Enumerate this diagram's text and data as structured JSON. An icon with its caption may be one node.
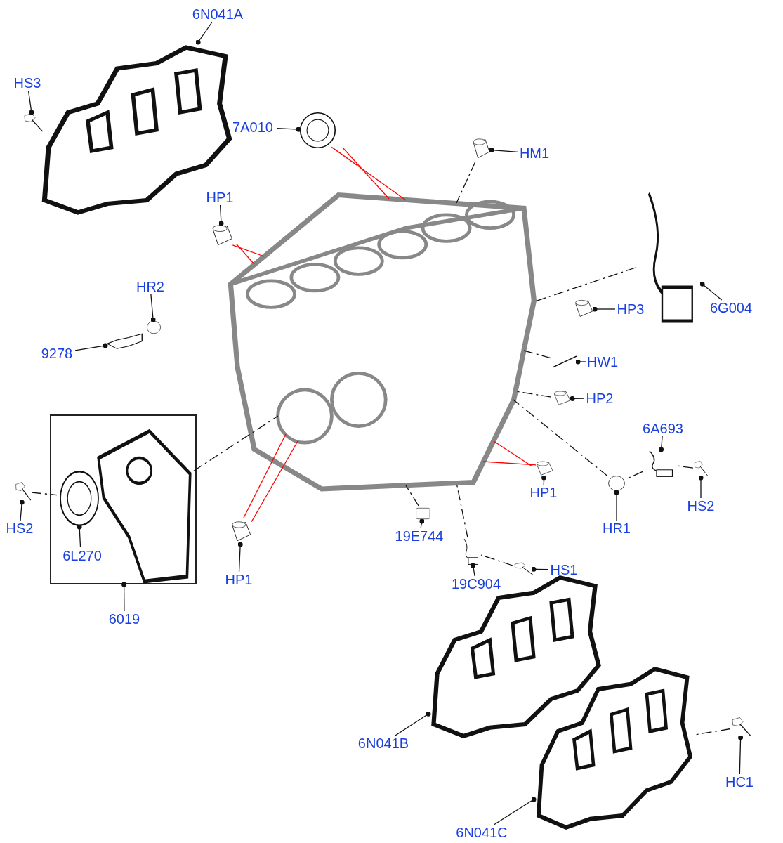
{
  "diagram": {
    "nodes": [
      {
        "text": [
          "6N041A"
        ]
      },
      {
        "text": [
          "HS3"
        ]
      },
      {
        "text": [
          "7A010"
        ]
      },
      {
        "text": [
          "HM1"
        ]
      },
      {
        "text": [
          "HP1"
        ]
      },
      {
        "text": [
          "HR2"
        ]
      },
      {
        "text": [
          "HP3"
        ]
      },
      {
        "text": [
          "6G004"
        ]
      },
      {
        "text": [
          "9278"
        ]
      },
      {
        "text": [
          "HW1"
        ]
      },
      {
        "text": [
          "HP2"
        ]
      },
      {
        "text": [
          "6A693"
        ]
      },
      {
        "text": [
          "19E744"
        ]
      },
      {
        "text": [
          "HP1"
        ]
      },
      {
        "text": [
          "HS2"
        ]
      },
      {
        "text": [
          "HR1"
        ]
      },
      {
        "text": [
          "HS2"
        ]
      },
      {
        "text": [
          "6L270"
        ],
        "in": 43
      },
      {
        "text": [
          "HP1"
        ]
      },
      {
        "text": [
          "HS1"
        ]
      },
      {
        "text": [
          "19C904"
        ]
      },
      {
        "text": [
          "6019"
        ]
      },
      {
        "text": [
          "6N041B"
        ]
      },
      {
        "text": [
          "HC1"
        ]
      },
      {
        "text": [
          "6N041C"
        ]
      },
      {
        "text": [],
        "shape": "picture"
      },
      {
        "text": [],
        "shape": "picture"
      },
      {
        "text": [],
        "shape": "picture"
      },
      {
        "text": [],
        "shape": "picture"
      },
      {
        "text": [],
        "shape": "picture"
      },
      {
        "text": [],
        "shape": "picture"
      },
      {
        "text": [],
        "shape": "circle"
      },
      {
        "text": [],
        "shape": "picture"
      },
      {
        "text": [],
        "shape": "picture"
      },
      {
        "text": [],
        "shape": "picture"
      },
      {
        "text": [],
        "shape": "picture"
      },
      {
        "text": [],
        "shape": "picture"
      },
      {
        "text": [],
        "shape": "picture"
      },
      {
        "text": [],
        "shape": "box"
      },
      {
        "text": [],
        "shape": "picture"
      },
      {
        "text": [],
        "shape": "picture"
      },
      {
        "text": [],
        "shape": "circle"
      },
      {
        "text": [],
        "shape": "picture"
      },
      {
        "text": [],
        "shape": "box"
      },
      {
        "text": [],
        "shape": "picture",
        "in": 43
      },
      {
        "text": [],
        "shape": "picture",
        "in": 43
      },
      {
        "text": [],
        "shape": "picture"
      },
      {
        "text": [],
        "shape": "picture"
      },
      {
        "text": [],
        "shape": "picture"
      },
      {
        "text": [],
        "shape": "picture"
      },
      {
        "text": [],
        "shape": "picture"
      },
      {
        "text": [],
        "shape": "picture"
      }
    ],
    "edges": [
      {
        "from": 0,
        "to": 25,
        "arrow": "other"
      },
      {
        "from": 1,
        "to": 26,
        "arrow": "other"
      },
      {
        "from": 2,
        "to": 27,
        "arrow": "other"
      },
      {
        "from": 3,
        "to": 28,
        "arrow": "other"
      },
      {
        "from": 4,
        "to": 29,
        "arrow": "other"
      },
      {
        "from": 5,
        "to": 31,
        "arrow": "other"
      },
      {
        "from": 6,
        "to": 32,
        "arrow": "other"
      },
      {
        "from": 7,
        "to": 33,
        "arrow": "other"
      },
      {
        "from": 8,
        "to": 34,
        "arrow": "other"
      },
      {
        "from": 9,
        "to": 35,
        "arrow": "other"
      },
      {
        "from": 10,
        "to": 36,
        "arrow": "other"
      },
      {
        "from": 11,
        "to": 37,
        "arrow": "other"
      },
      {
        "from": 12,
        "to": 38,
        "arrow": "other"
      },
      {
        "from": 13,
        "to": 39,
        "arrow": "other"
      },
      {
        "from": 14,
        "to": 40,
        "arrow": "other"
      },
      {
        "from": 15,
        "to": 41,
        "arrow": "other"
      },
      {
        "from": 16,
        "to": 42,
        "arrow": "other"
      },
      {
        "from": 17,
        "to": 45,
        "arrow": "other"
      },
      {
        "from": 18,
        "to": 46,
        "arrow": "other"
      },
      {
        "from": 19,
        "to": 47,
        "arrow": "other"
      },
      {
        "from": 20,
        "to": 48,
        "arrow": "other"
      },
      {
        "from": 21,
        "to": 43,
        "arrow": "other"
      },
      {
        "from": 22,
        "to": 49,
        "arrow": "other"
      },
      {
        "from": 23,
        "to": 50,
        "arrow": "other"
      },
      {
        "from": 24,
        "to": 51,
        "arrow": "other"
      },
      {
        "from": 27,
        "to": 30,
        "arrow": "none",
        "color": "#ff0000"
      },
      {
        "from": 27,
        "to": 30,
        "arrow": "none",
        "color": "#ff0000"
      },
      {
        "from": 29,
        "to": 30,
        "arrow": "none",
        "color": "#ff0000"
      },
      {
        "from": 29,
        "to": 30,
        "arrow": "none",
        "color": "#ff0000"
      },
      {
        "from": 39,
        "to": 30,
        "arrow": "none",
        "color": "#ff0000"
      },
      {
        "from": 39,
        "to": 30,
        "arrow": "none",
        "color": "#ff0000"
      },
      {
        "from": 46,
        "to": 30,
        "arrow": "none",
        "color": "#ff0000"
      },
      {
        "from": 46,
        "to": 30,
        "arrow": "none",
        "color": "#ff0000"
      },
      {
        "from": 28,
        "to": 30,
        "arrow": "none",
        "style": "dashed"
      },
      {
        "from": 33,
        "to": 30,
        "arrow": "none",
        "style": "dashed"
      },
      {
        "from": 40,
        "to": 45,
        "arrow": "none",
        "style": "dashed"
      },
      {
        "from": 44,
        "to": 30,
        "arrow": "none",
        "style": "dashed"
      },
      {
        "from": 38,
        "to": 30,
        "arrow": "none",
        "style": "dashed"
      },
      {
        "from": 48,
        "to": 30,
        "arrow": "none",
        "style": "dashed"
      },
      {
        "from": 47,
        "to": 48,
        "arrow": "none",
        "style": "dashed"
      },
      {
        "from": 41,
        "to": 30,
        "arrow": "none",
        "style": "dashed"
      },
      {
        "from": 37,
        "to": 41,
        "arrow": "none",
        "style": "dashed"
      },
      {
        "from": 42,
        "to": 37,
        "arrow": "none",
        "style": "dashed"
      },
      {
        "from": 50,
        "to": 51,
        "arrow": "none",
        "style": "dashed"
      },
      {
        "from": 35,
        "to": 30,
        "arrow": "none",
        "style": "dashed"
      },
      {
        "from": 36,
        "to": 30,
        "arrow": "none",
        "style": "dashed"
      }
    ]
  }
}
